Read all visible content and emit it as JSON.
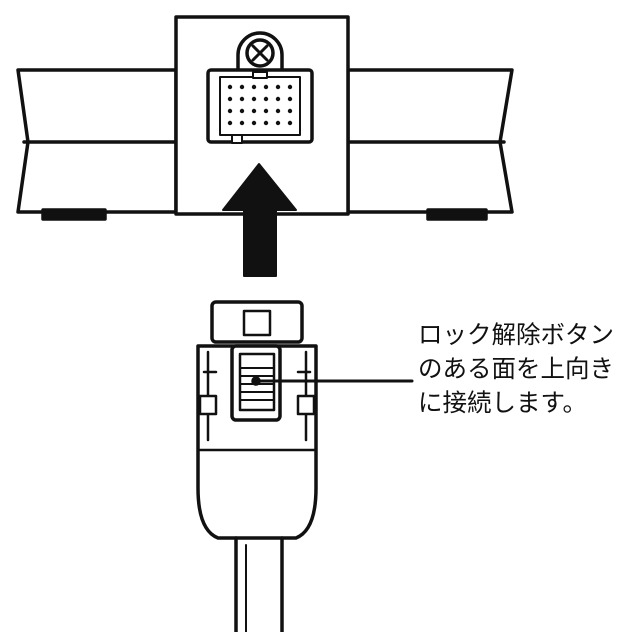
{
  "callout": {
    "lines": [
      "ロック解除ボタン",
      "のある面を上向き",
      "に接続します。"
    ]
  },
  "colors": {
    "stroke": "#111111",
    "fill": "#ffffff"
  }
}
